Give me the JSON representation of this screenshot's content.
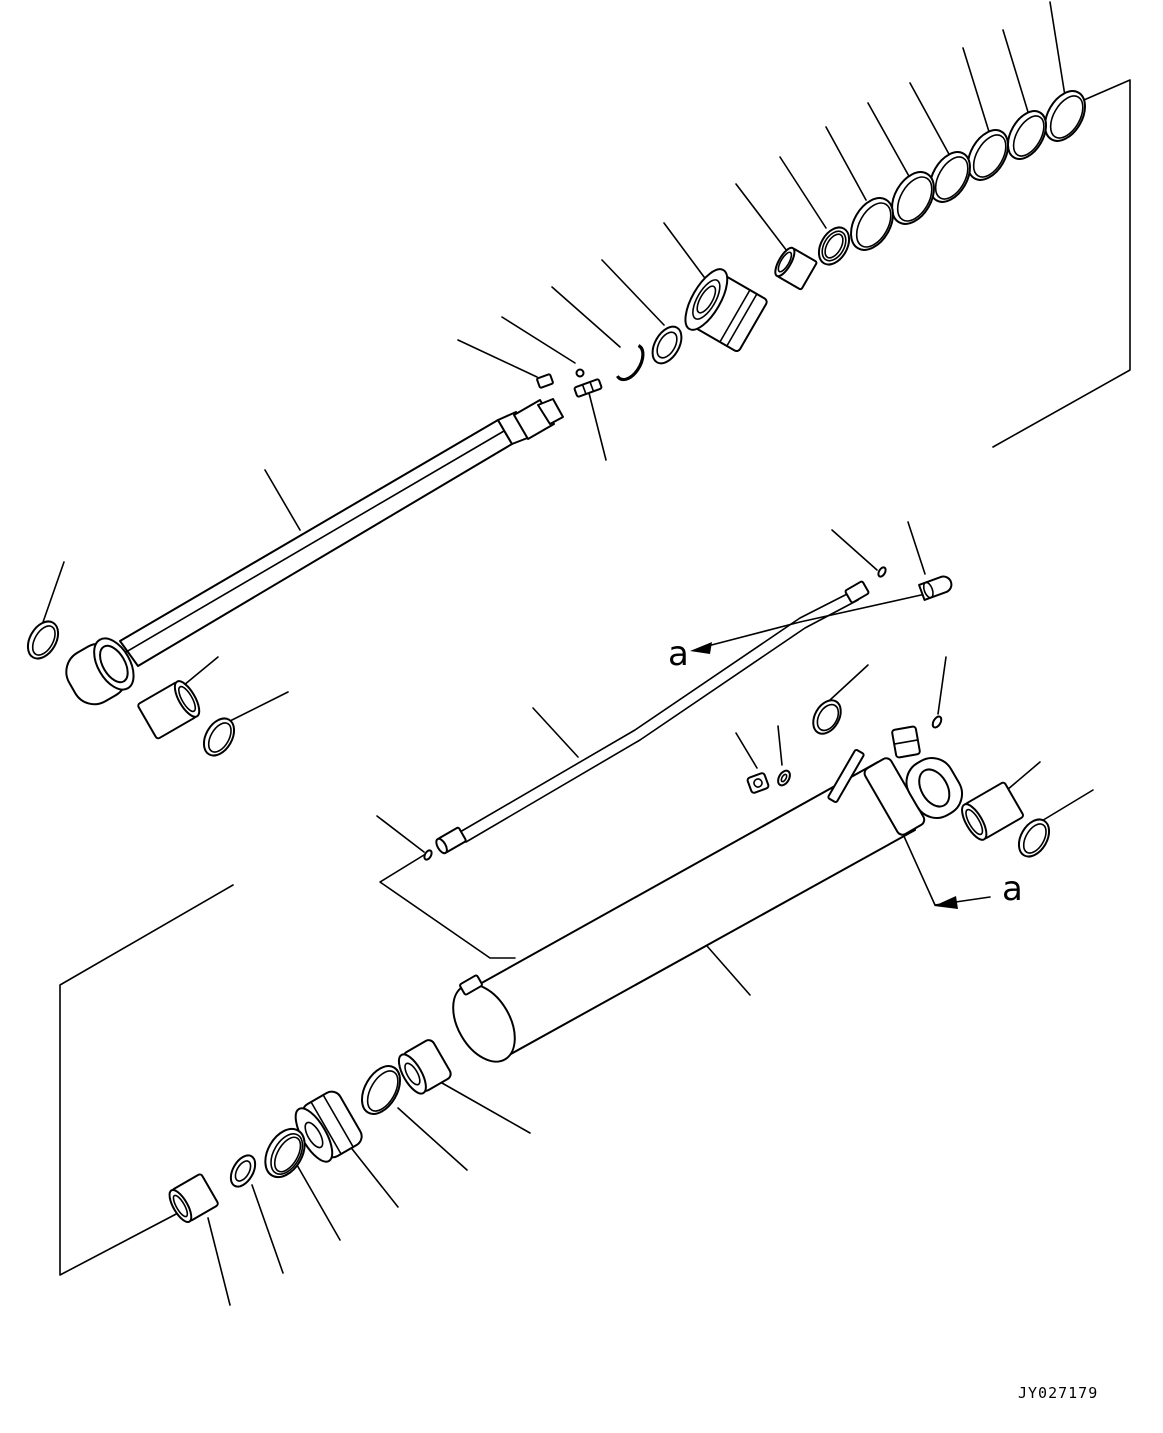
{
  "labels": {
    "arrow_upper": "a",
    "arrow_lower": "a"
  },
  "drawing_code": "JY027179"
}
